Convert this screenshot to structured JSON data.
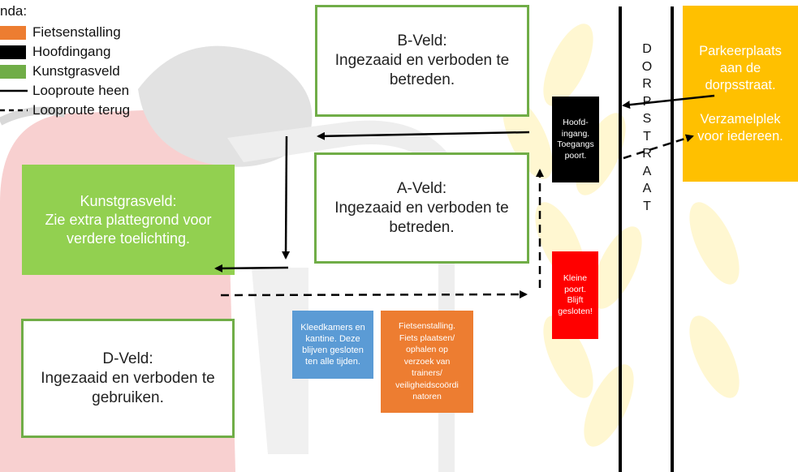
{
  "legend": {
    "title": "nda:",
    "items": [
      {
        "label": "Fietsenstalling",
        "kind": "swatch",
        "color": "#ed7d31"
      },
      {
        "label": "Hoofdingang",
        "kind": "swatch",
        "color": "#000000"
      },
      {
        "label": "Kunstgrasveld",
        "kind": "swatch",
        "color": "#70ad47"
      },
      {
        "label": "Looproute heen",
        "kind": "solid-line"
      },
      {
        "label": "Looproute terug",
        "kind": "dashed-line"
      }
    ]
  },
  "fields": {
    "b_veld": {
      "title": "B-Veld:",
      "lines": [
        "Ingezaaid en verboden te",
        "betreden."
      ]
    },
    "a_veld": {
      "title": "A-Veld:",
      "lines": [
        "Ingezaaid en verboden te",
        "betreden."
      ]
    },
    "d_veld": {
      "title": "D-Veld:",
      "lines": [
        "Ingezaaid en verboden te",
        "gebruiken."
      ]
    },
    "kunstgras": {
      "title": "Kunstgrasveld:",
      "lines": [
        "Zie extra plattegrond voor",
        "verdere toelichting."
      ]
    }
  },
  "hoofdingang": {
    "lines": [
      "Hoofd-",
      "ingang.",
      "Toegangs",
      "poort."
    ]
  },
  "kleine_poort": {
    "lines": [
      "Kleine",
      "poort.",
      "Blijft",
      "gesloten!"
    ]
  },
  "kleedkamers": {
    "lines": [
      "Kleedkamers en",
      "kantine. Deze",
      "blijven gesloten",
      "ten alle tijden."
    ]
  },
  "fietsenstalling": {
    "lines": [
      "Fietsenstalling.",
      "Fiets plaatsen/",
      "ophalen op",
      "verzoek van",
      "trainers/",
      "veiligheidscoördi",
      "natoren"
    ]
  },
  "parkeerplaats": {
    "lines": [
      "Parkeerplaats",
      "aan de",
      "dorpsstraat.",
      "",
      "Verzamelplek",
      "voor iedereen."
    ]
  },
  "street": {
    "letters": [
      "D",
      "O",
      "R",
      "P",
      "S",
      "T",
      "R",
      "A",
      "A",
      "T"
    ]
  },
  "colors": {
    "green": "#70ad47",
    "orange": "#ed7d31",
    "blue": "#5b9bd5",
    "red": "#ff0000",
    "yellow": "#ffc000",
    "black": "#000000"
  }
}
